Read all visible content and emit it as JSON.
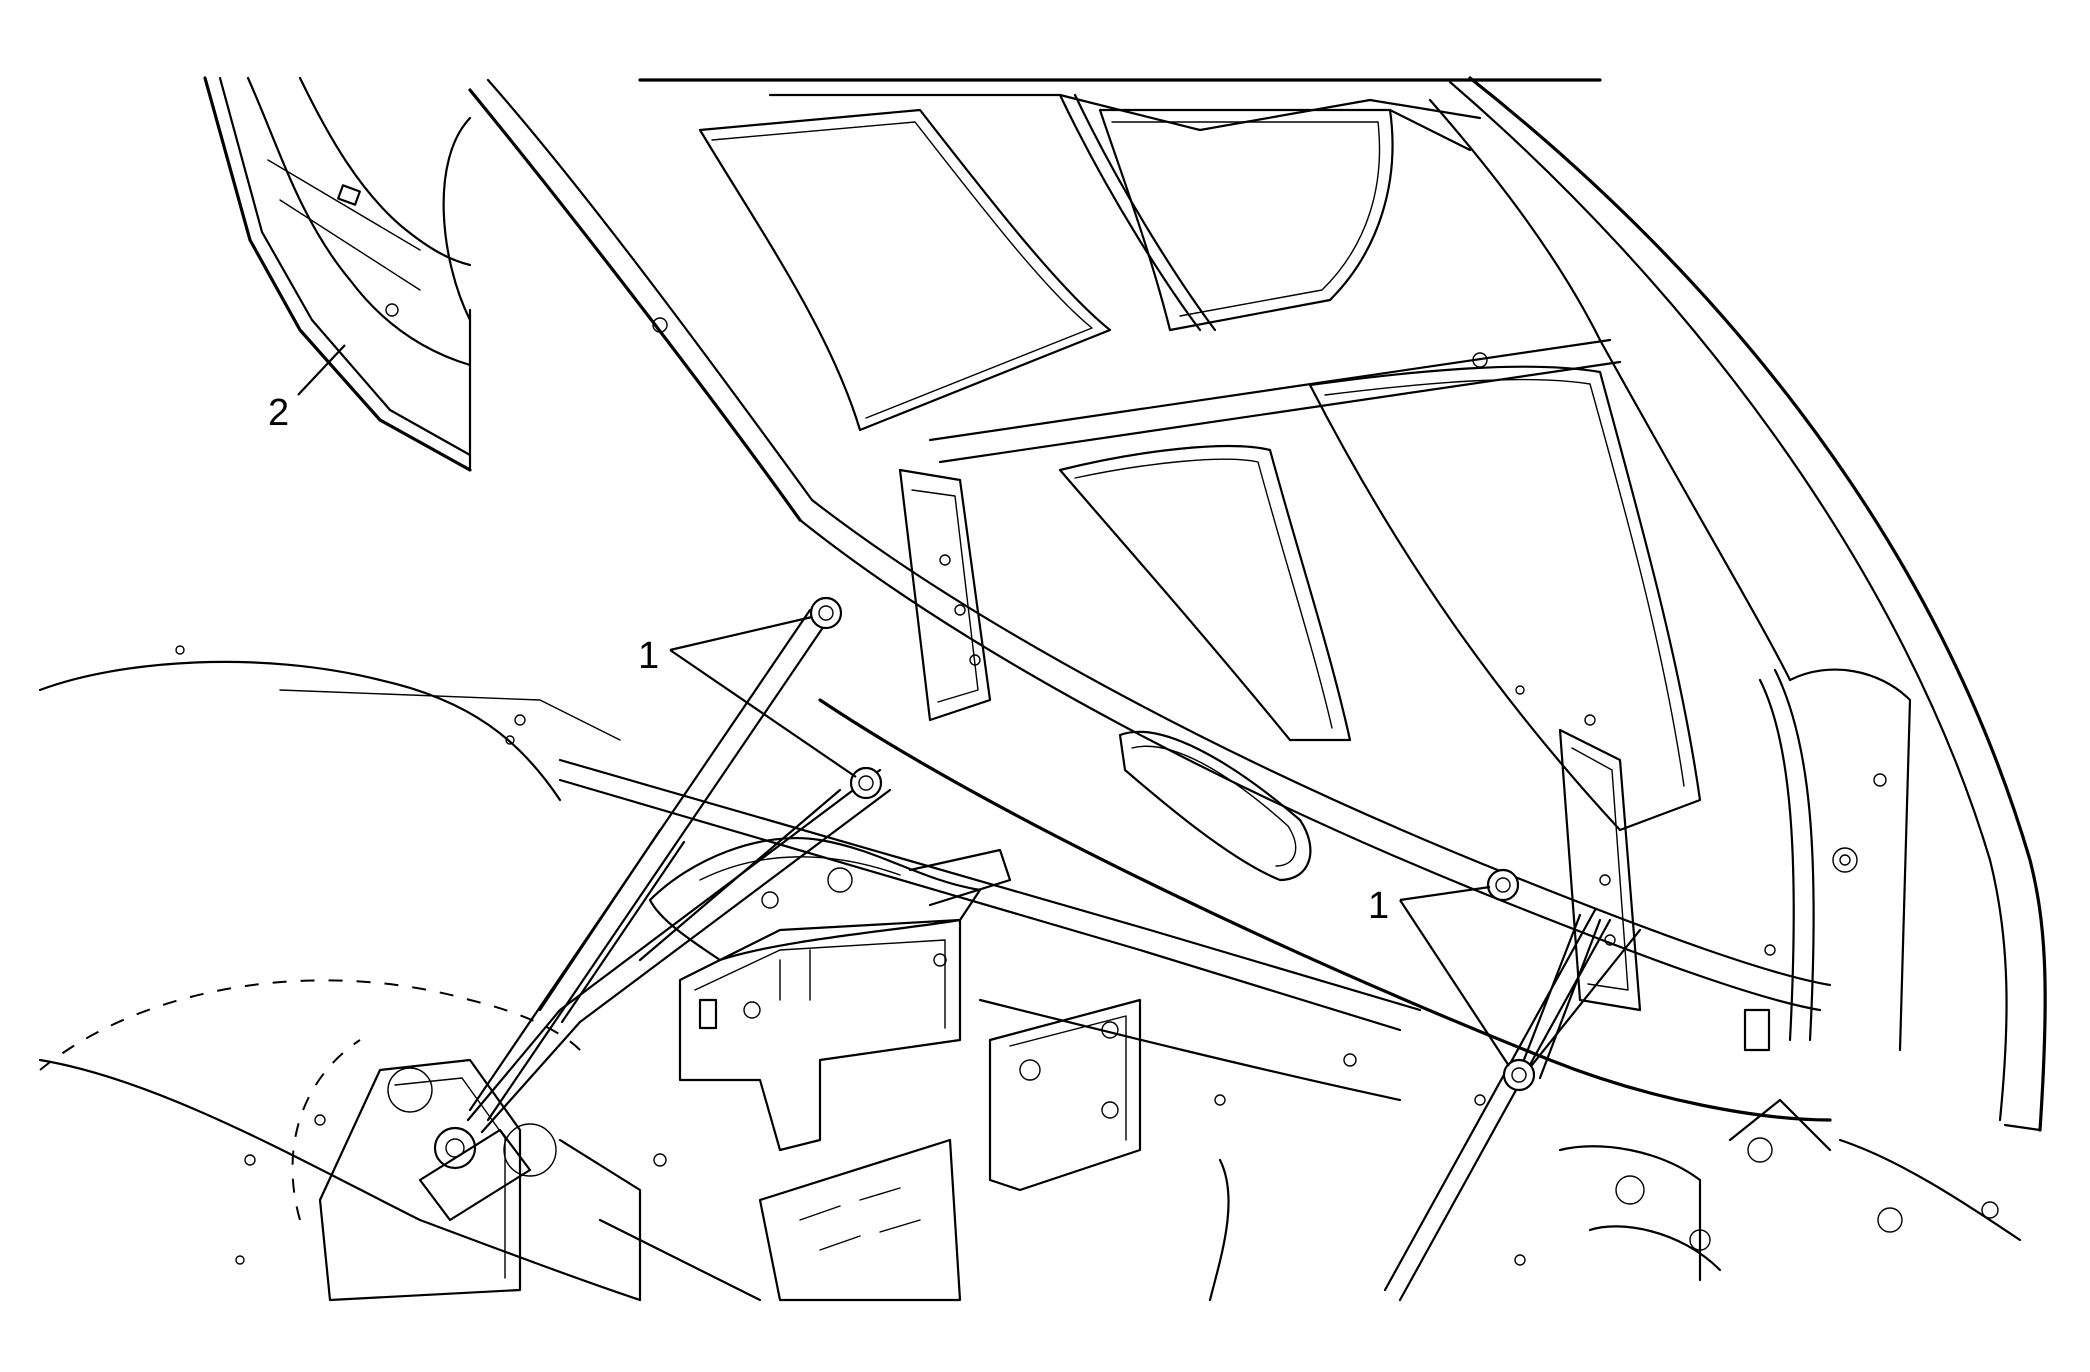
{
  "callouts": [
    {
      "id": "strut-fasteners-left",
      "label": "1"
    },
    {
      "id": "panel",
      "label": "2"
    },
    {
      "id": "strut-fasteners-right",
      "label": "1"
    }
  ]
}
